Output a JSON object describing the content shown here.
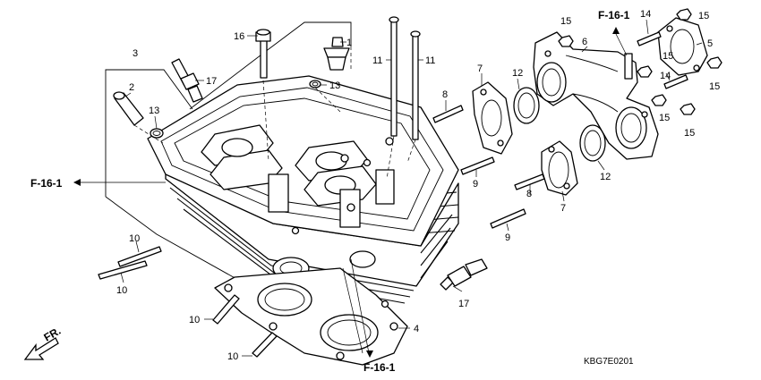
{
  "diagram": {
    "drawing_code": "KBG7E0201",
    "direction_label": "FR.",
    "ref_f16_1": "F-16-1",
    "part_numbers": {
      "p1": "1",
      "p2": "2",
      "p3": "3",
      "p4": "4",
      "p5": "5",
      "p6": "6",
      "p7": "7",
      "p8": "8",
      "p9": "9",
      "p10": "10",
      "p11": "11",
      "p12": "12",
      "p13": "13",
      "p14": "14",
      "p15": "15",
      "p16": "16",
      "p17": "17"
    }
  }
}
